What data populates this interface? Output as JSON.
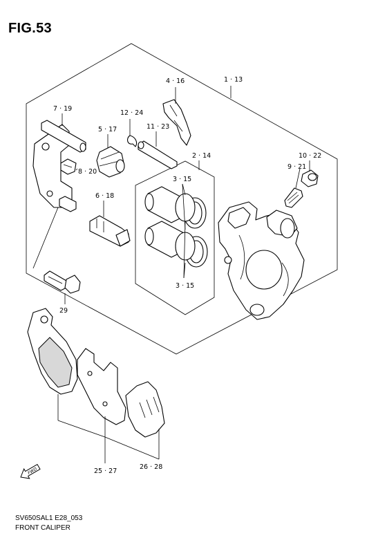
{
  "figure": {
    "title": "FIG.53",
    "code": "SV650SAL1 E28_053",
    "name": "FRONT CALIPER"
  },
  "labels": {
    "l_1_13": "1 · 13",
    "l_4_16": "4 · 16",
    "l_7_19": "7 · 19",
    "l_12_24": "12 · 24",
    "l_5_17": "5 · 17",
    "l_11_23": "11 · 23",
    "l_2_14": "2 · 14",
    "l_10_22": "10 · 22",
    "l_9_21": "9 · 21",
    "l_8_20": "8 · 20",
    "l_3_15_top": "3 · 15",
    "l_6_18": "6 · 18",
    "l_3_15_bottom": "3 · 15",
    "l_29": "29",
    "l_25_27": "25 · 27",
    "l_26_28": "26 · 28",
    "fwd": "FWD"
  },
  "icons": {
    "forward_arrow": "fwd-arrow-icon"
  }
}
